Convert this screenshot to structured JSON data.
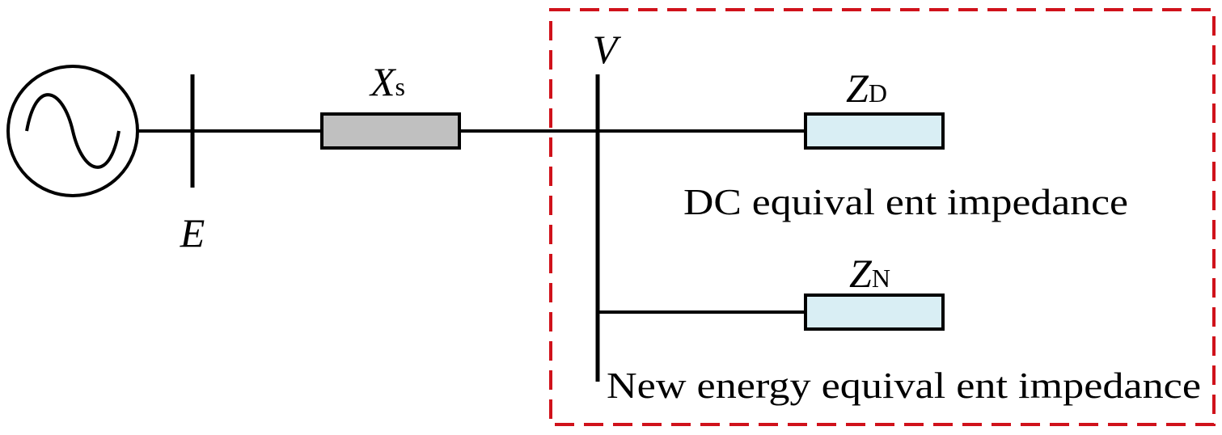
{
  "labels": {
    "bus_e": "E",
    "bus_v": "V",
    "xs_main": "X",
    "xs_sub": "s",
    "zd_main": "Z",
    "zd_sub": "D",
    "zn_main": "Z",
    "zn_sub": "N",
    "dc_caption": "DC equival ent impedance",
    "ne_caption": "New energy equival ent impedance"
  },
  "colors": {
    "line": "#000000",
    "boundary_dash": "#d0121b",
    "xs_fill": "#c0c0c0",
    "z_fill": "#d9eef4"
  },
  "icons": {
    "source": "ac-source-icon"
  }
}
